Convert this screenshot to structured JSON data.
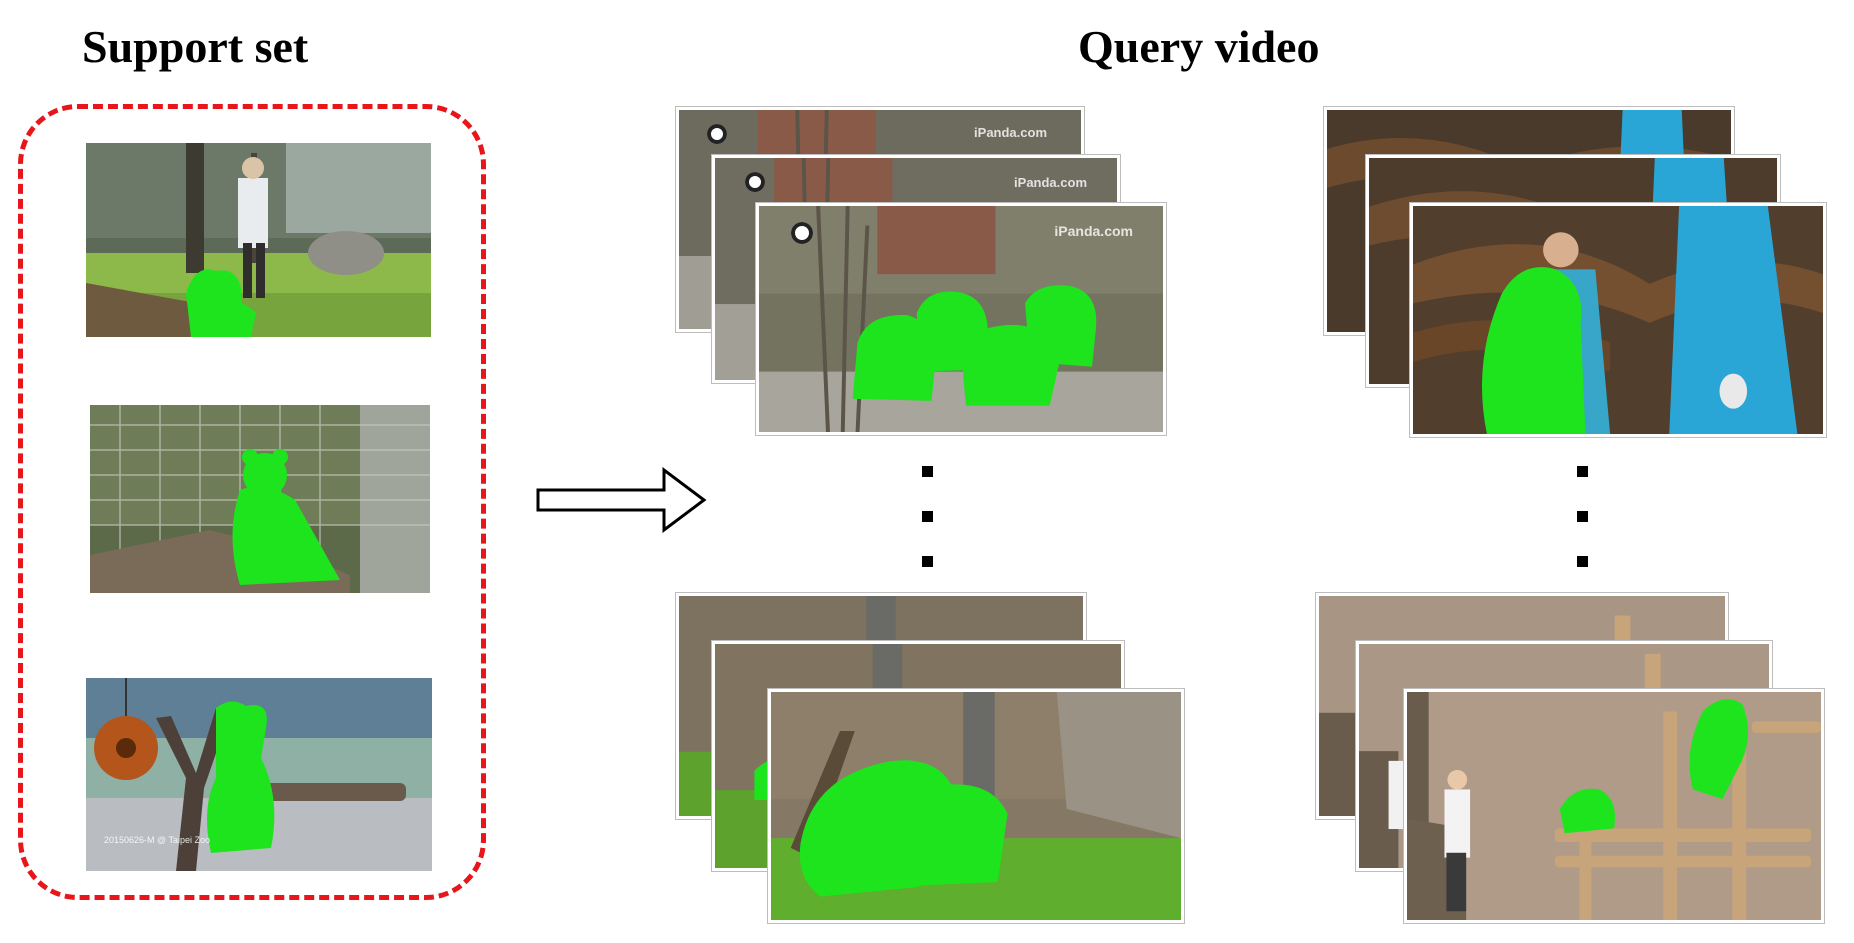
{
  "support_set": {
    "title": "Support set",
    "frames": [
      {
        "overlay": "",
        "mask": "#1ee41e"
      },
      {
        "overlay": "",
        "mask": "#1ee41e"
      },
      {
        "overlay": "20150626-M @ Taipei Zoo",
        "mask": "#1ee41e"
      }
    ]
  },
  "query_video": {
    "title": "Query video",
    "watermark": "iPanda.com"
  },
  "colors": {
    "support_border": "#e8161b",
    "mask": "#1ee41e",
    "arrow_stroke": "#000000"
  },
  "icons": [
    "right-arrow-icon",
    "ellipsis-dots-icon",
    "panda-logo-icon"
  ]
}
